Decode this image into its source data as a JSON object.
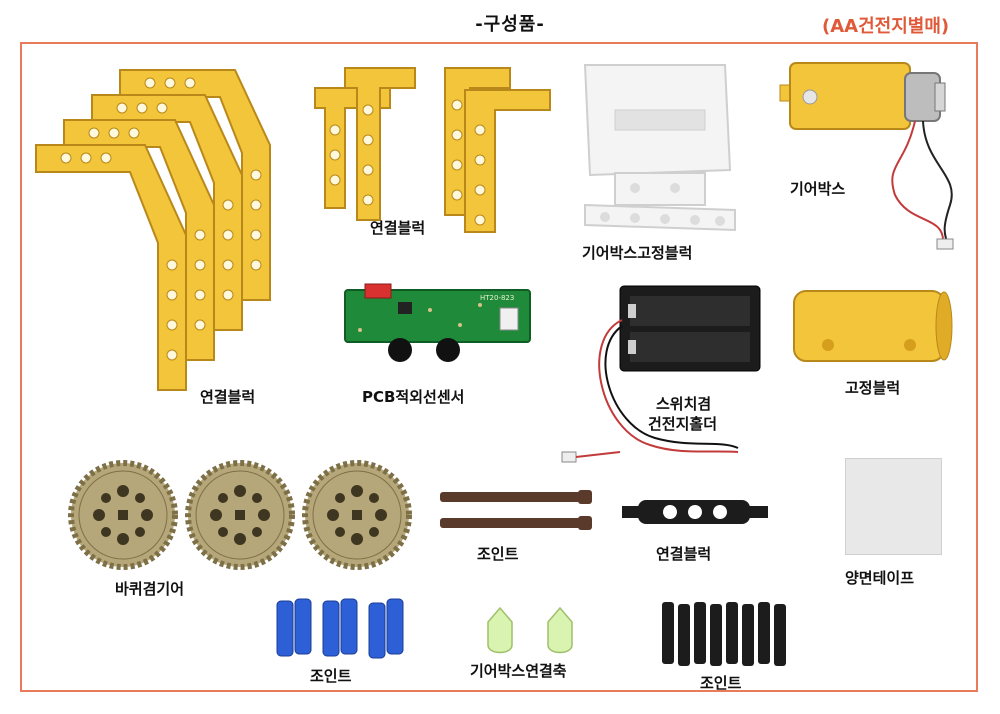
{
  "header": {
    "title": "-구성품-",
    "note": "(AA건전지별매)"
  },
  "colors": {
    "frame": "#ea7a5c",
    "note": "#e05a3a",
    "yellow_part": "#f3c53a",
    "gear": "#b6a77a",
    "pcb": "#1e8a3a",
    "blue_joint": "#2d5fd6",
    "black_part": "#1c1c1c",
    "brown_axle": "#5a3a2a",
    "white_part": "#f4f4f4",
    "glow_part": "#d9f3b0",
    "tape": "#e8e8e8"
  },
  "parts": {
    "bent_beams": {
      "label": "연결블럭",
      "icon": "bent-beam-icon"
    },
    "l_beams": {
      "label": "연결블럭",
      "icon": "l-beam-icon"
    },
    "gearbox_mount": {
      "label": "기어박스고정블럭",
      "icon": "gearbox-mount-icon"
    },
    "gearbox": {
      "label": "기어박스",
      "icon": "gearbox-motor-icon"
    },
    "pcb": {
      "label": "PCB적외선센서",
      "icon": "pcb-board-icon",
      "board_text": "HT20-823"
    },
    "battery_holder": {
      "label_line1": "스위치겸",
      "label_line2": "건전지홀더",
      "icon": "battery-holder-icon"
    },
    "fixing_block": {
      "label": "고정블럭",
      "icon": "fixing-block-icon"
    },
    "gears": {
      "label": "바퀴겸기어",
      "icon": "gear-icon"
    },
    "axle_joints": {
      "label": "조인트",
      "icon": "axle-icon"
    },
    "connector_block": {
      "label": "연결블럭",
      "icon": "connector-block-icon"
    },
    "tape": {
      "label": "양면테이프",
      "icon": "tape-icon"
    },
    "blue_joints": {
      "label": "조인트",
      "icon": "blue-pin-icon"
    },
    "gearbox_shaft": {
      "label": "기어박스연결축",
      "icon": "shaft-connector-icon"
    },
    "black_joints": {
      "label": "조인트",
      "icon": "black-pin-icon"
    }
  }
}
